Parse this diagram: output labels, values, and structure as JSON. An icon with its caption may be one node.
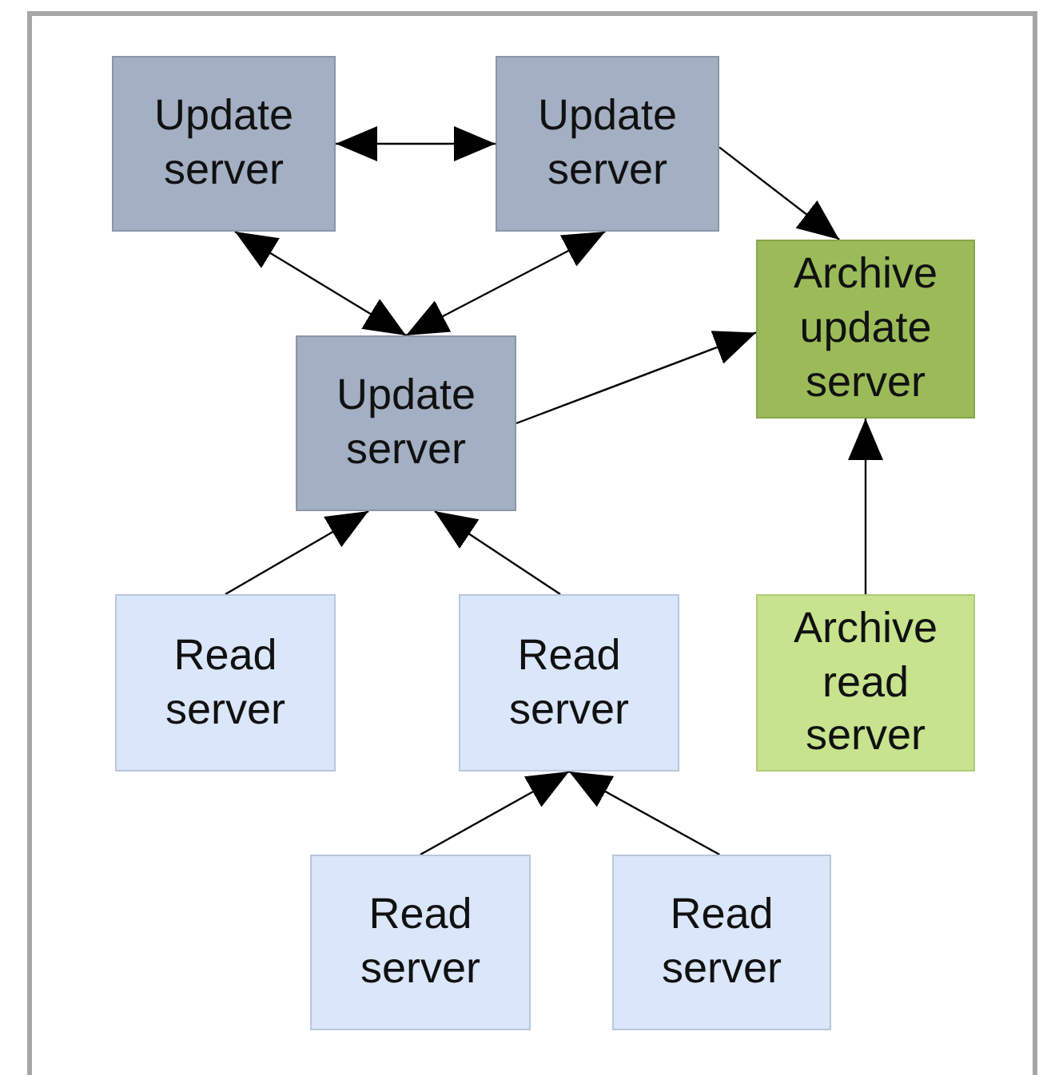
{
  "diagram": {
    "nodes": [
      {
        "text": [
          "Update server"
        ]
      },
      {
        "text": [
          "Update server"
        ]
      },
      {
        "text": [
          "Update server"
        ]
      },
      {
        "text": [
          "Archive update server"
        ]
      },
      {
        "text": [
          "Read server"
        ]
      },
      {
        "text": [
          "Read server"
        ]
      },
      {
        "text": [
          "Archive read server"
        ]
      },
      {
        "text": [
          "Read server"
        ]
      },
      {
        "text": [
          "Read server"
        ]
      }
    ],
    "edges": [
      {
        "from": 0,
        "to": 1,
        "arrow": "both"
      },
      {
        "from": 0,
        "to": 2,
        "arrow": "both"
      },
      {
        "from": 1,
        "to": 2,
        "arrow": "both"
      },
      {
        "from": 1,
        "to": 3,
        "arrow": "to"
      },
      {
        "from": 2,
        "to": 3,
        "arrow": "to"
      },
      {
        "from": 4,
        "to": 2,
        "arrow": "to"
      },
      {
        "from": 5,
        "to": 2,
        "arrow": "to"
      },
      {
        "from": 6,
        "to": 3,
        "arrow": "to"
      },
      {
        "from": 7,
        "to": 5,
        "arrow": "to"
      },
      {
        "from": 8,
        "to": 5,
        "arrow": "to"
      }
    ]
  }
}
